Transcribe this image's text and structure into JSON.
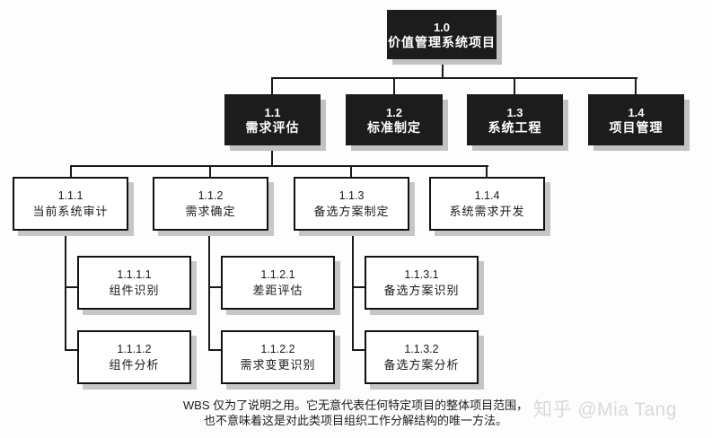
{
  "diagram": {
    "type": "wbs-org-chart",
    "nodes": {
      "n1_0": {
        "code": "1.0",
        "label": "价值管理系统项目",
        "level": 1,
        "style": "dark"
      },
      "n1_1": {
        "code": "1.1",
        "label": "需求评估",
        "level": 2,
        "style": "dark"
      },
      "n1_2": {
        "code": "1.2",
        "label": "标准制定",
        "level": 2,
        "style": "dark"
      },
      "n1_3": {
        "code": "1.3",
        "label": "系统工程",
        "level": 2,
        "style": "dark"
      },
      "n1_4": {
        "code": "1.4",
        "label": "项目管理",
        "level": 2,
        "style": "dark"
      },
      "n1_1_1": {
        "code": "1.1.1",
        "label": "当前系统审计",
        "level": 3,
        "style": "light"
      },
      "n1_1_2": {
        "code": "1.1.2",
        "label": "需求确定",
        "level": 3,
        "style": "light"
      },
      "n1_1_3": {
        "code": "1.1.3",
        "label": "备选方案制定",
        "level": 3,
        "style": "light"
      },
      "n1_1_4": {
        "code": "1.1.4",
        "label": "系统需求开发",
        "level": 3,
        "style": "light"
      },
      "n1_1_1_1": {
        "code": "1.1.1.1",
        "label": "组件识别",
        "level": 4,
        "style": "light"
      },
      "n1_1_1_2": {
        "code": "1.1.1.2",
        "label": "组件分析",
        "level": 4,
        "style": "light"
      },
      "n1_1_2_1": {
        "code": "1.1.2.1",
        "label": "差距评估",
        "level": 4,
        "style": "light"
      },
      "n1_1_2_2": {
        "code": "1.1.2.2",
        "label": "需求变更识别",
        "level": 4,
        "style": "light"
      },
      "n1_1_3_1": {
        "code": "1.1.3.1",
        "label": "备选方案识别",
        "level": 4,
        "style": "light"
      },
      "n1_1_3_2": {
        "code": "1.1.3.2",
        "label": "备选方案分析",
        "level": 4,
        "style": "light"
      }
    },
    "caption": {
      "line1": "WBS 仅为了说明之用。它无意代表任何特定项目的整体项目范围，",
      "line2": "也不意味着这是对此类项目组织工作分解结构的唯一方法。"
    },
    "watermark": "知乎 @Mia Tang",
    "colors": {
      "node_fill_dark": "#1c1c1c",
      "node_text_dark": "#ffffff",
      "node_fill_light": "#ffffff",
      "node_border": "#111111",
      "shadow": "#c2c2c2",
      "connector": "#1a1a1a",
      "caption_text": "#1c1c1c",
      "watermark_text": "#d9d9d9",
      "background": "#fdfdfd"
    }
  }
}
